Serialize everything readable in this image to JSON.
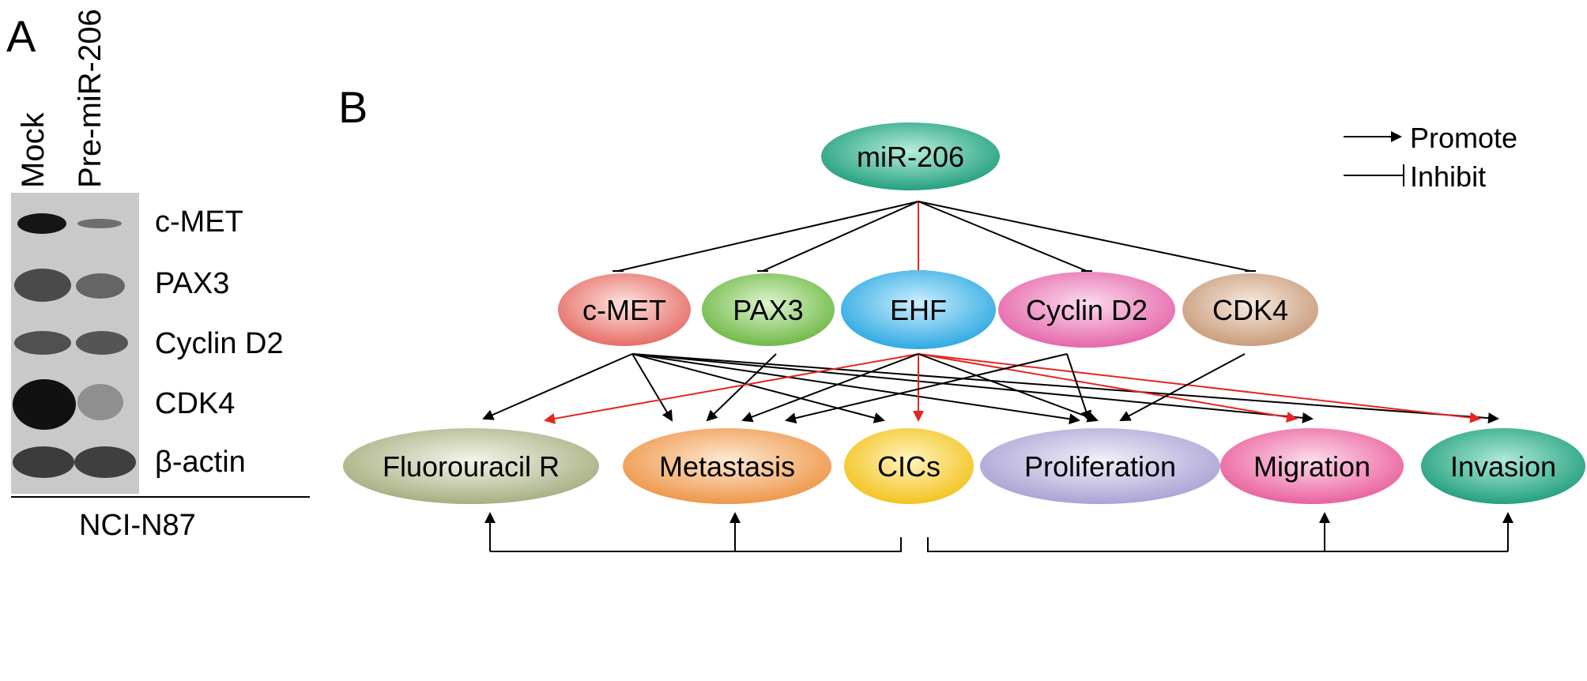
{
  "panel_a": {
    "letter": "A",
    "lanes": [
      "Mock",
      "Pre-miR-206"
    ],
    "proteins": [
      "c-MET",
      "PAX3",
      "Cyclin D2",
      "CDK4",
      "β-actin"
    ],
    "cell_line": "NCI-N87"
  },
  "panel_b": {
    "letter": "B",
    "legend": {
      "promote": "Promote",
      "inhibit": "Inhibit"
    },
    "root": "miR-206",
    "targets": [
      "c-MET",
      "PAX3",
      "EHF",
      "Cyclin D2",
      "CDK4"
    ],
    "outcomes": [
      "Fluorouracil R",
      "Metastasis",
      "CICs",
      "Proliferation",
      "Migration",
      "Invasion"
    ],
    "colors": {
      "mir206": "#1f9e7c",
      "cmet": "#e56a63",
      "pax3": "#6cb843",
      "ehf": "#2aa8e0",
      "cyclind2": "#e463a8",
      "cdk4": "#c99a78",
      "fluorouracil": "#a3ad7e",
      "metastasis": "#ee9445",
      "cics": "#f3c21c",
      "proliferation": "#a9a0d3",
      "migration": "#e95d9b",
      "invasion": "#1f9e7c",
      "promote_red": "#e52521"
    }
  }
}
